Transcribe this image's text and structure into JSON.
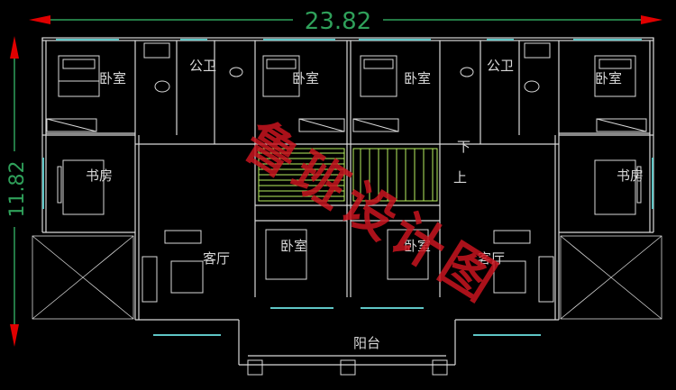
{
  "dimensions": {
    "width_label": "23.82",
    "height_label": "11.82"
  },
  "rooms": {
    "bedroom_tl": "卧室",
    "wc_left": "公卫",
    "bedroom_tc": "卧室",
    "bedroom_tc2": "卧室",
    "wc_right": "公卫",
    "bedroom_tr": "卧室",
    "study_left": "书房",
    "study_right": "书房",
    "living_left": "客厅",
    "bedroom_bl": "卧室",
    "bedroom_br": "卧室",
    "living_right": "客厅",
    "balcony": "阳台"
  },
  "stairs": {
    "down_label": "下",
    "up_label": "上"
  },
  "watermark": "鲁班设计图",
  "colors": {
    "background": "#000000",
    "wall": "#d8d8d8",
    "dimension": "#2fa05a",
    "arrow": "#e00000",
    "window": "#5fc6c6",
    "stair": "#b8f060",
    "watermark": "#c8141e"
  }
}
